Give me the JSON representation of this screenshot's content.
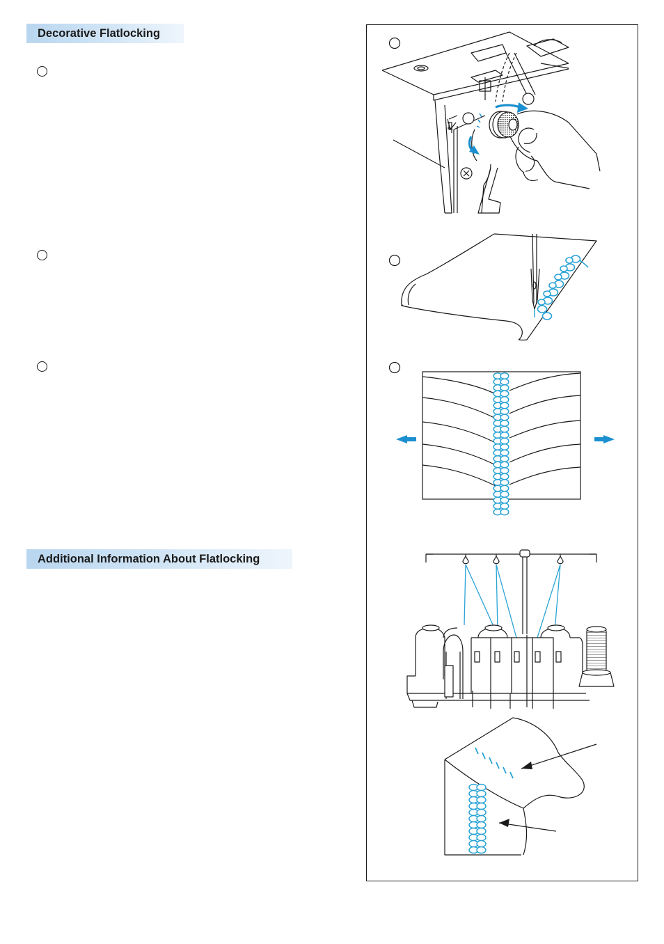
{
  "sections": {
    "decorative_flatlocking": {
      "title": "Decorative Flatlocking"
    },
    "additional_information": {
      "title": "Additional Information About Flatlocking"
    }
  },
  "colors": {
    "heading_band_start": "#b9d6ef",
    "heading_band_end": "#eef5fc",
    "thread_blue": "#29a3d6",
    "arrow_blue": "#1b8fcf",
    "line_art": "#1a1a1a"
  },
  "figures": [
    {
      "id": "adjust-tension-dial-illustration",
      "step_marker": true
    },
    {
      "id": "stitching-fabric-illustration",
      "step_marker": true
    },
    {
      "id": "pulled-flatlock-seam-illustration",
      "step_marker": true
    },
    {
      "id": "thread-stand-illustration",
      "step_marker": false
    },
    {
      "id": "ladder-and-loop-side-illustration",
      "step_marker": false
    }
  ]
}
